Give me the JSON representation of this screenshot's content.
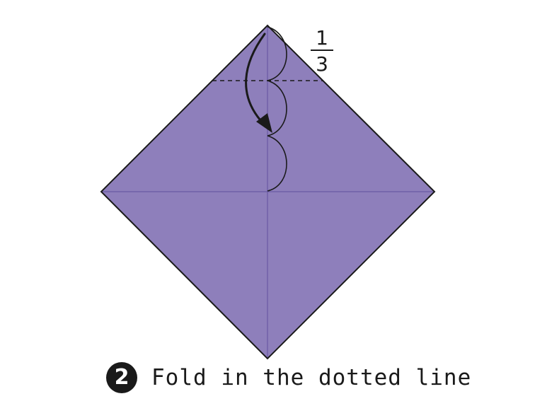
{
  "step": {
    "number": "2",
    "instruction": "Fold in the dotted line"
  },
  "fraction": {
    "numerator": "1",
    "denominator": "3"
  },
  "colors": {
    "paper": "#8e7fbb",
    "crease": "#6a5aa4",
    "outline": "#1a1a1a"
  }
}
